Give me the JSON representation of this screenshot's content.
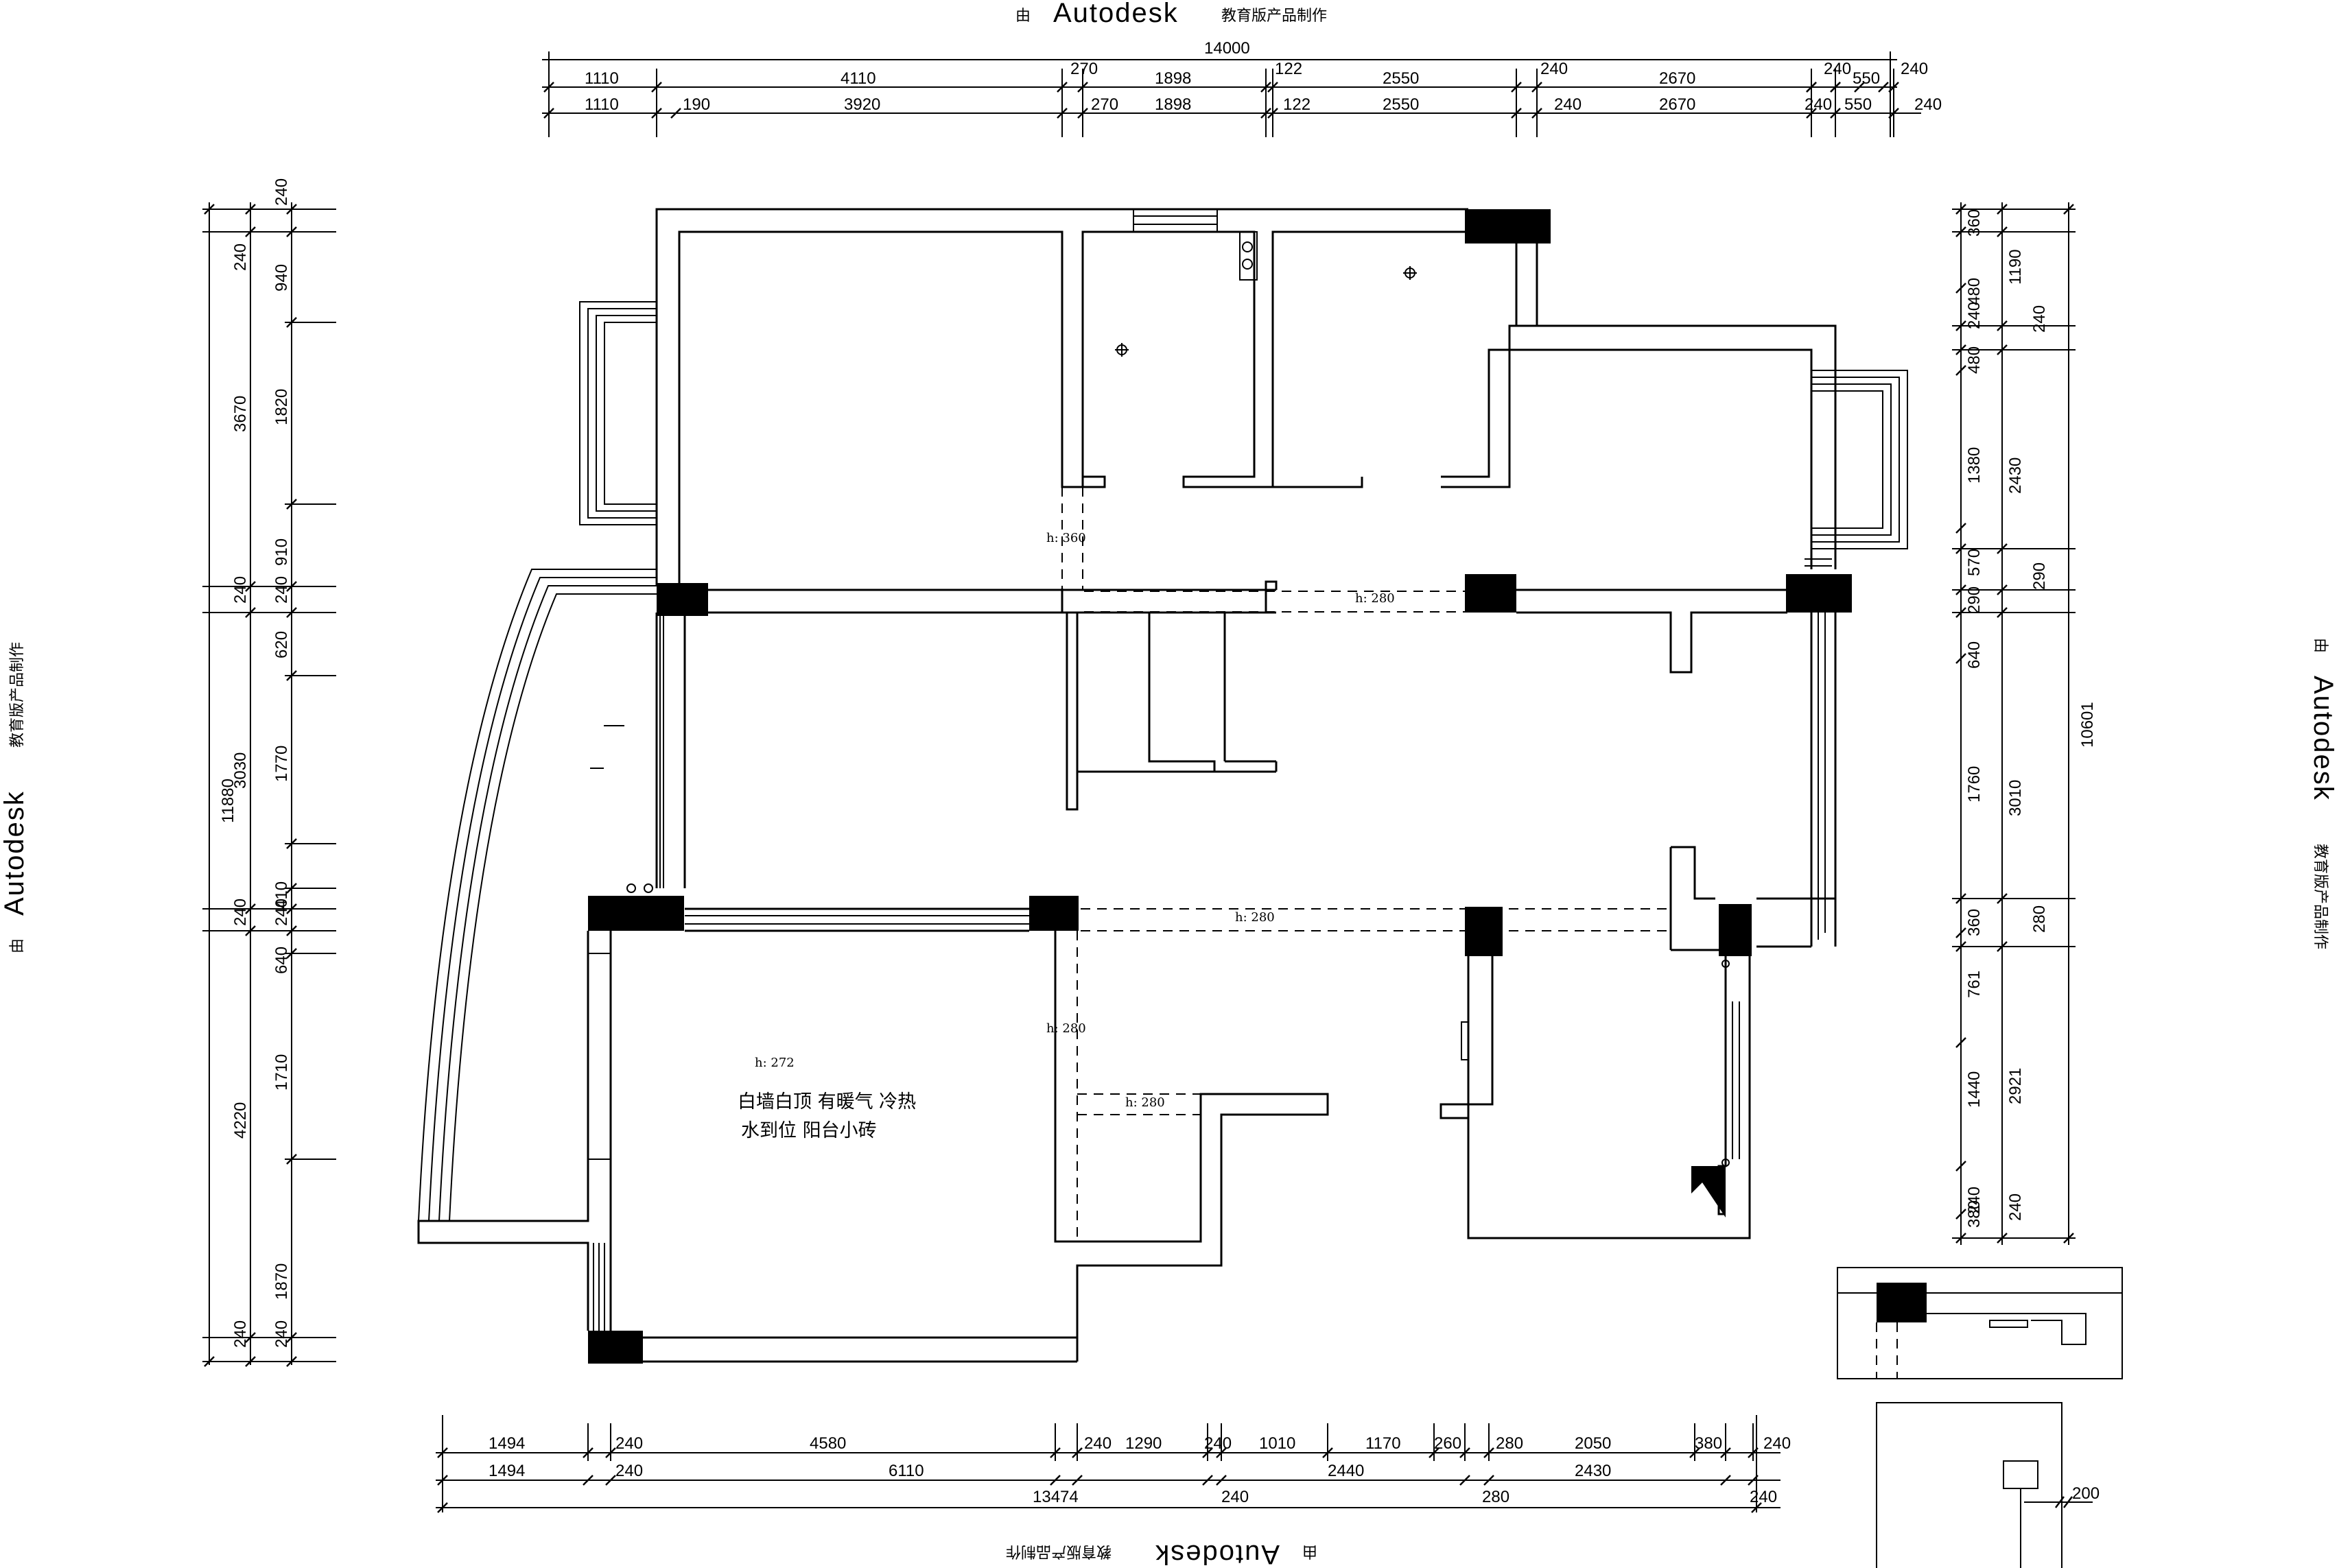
{
  "watermark": {
    "mark": "由",
    "brand": "Autodesk",
    "product": "教育版产品制作"
  },
  "top_dims": {
    "total": "14000",
    "row1": [
      "1110",
      "4110",
      "270",
      "1898",
      "122",
      "2550",
      "240",
      "2670",
      "240",
      "550",
      "240"
    ],
    "row2": [
      "1110",
      "190",
      "3920",
      "270",
      "1898",
      "122",
      "2550",
      "240",
      "2670",
      "240",
      "550",
      "240"
    ]
  },
  "bottom_dims": {
    "row1": [
      "1494",
      "240",
      "4580",
      "240",
      "1290",
      "240",
      "1010",
      "1170",
      "260",
      "280",
      "2050",
      "380",
      "240"
    ],
    "row2": [
      "1494",
      "240",
      "6110",
      "240",
      "2440",
      "280",
      "2430",
      "240"
    ],
    "total": "13474"
  },
  "left_dims": {
    "total": "11880",
    "outer": [
      "240",
      "3670",
      "240",
      "3030",
      "240",
      "4220",
      "240"
    ],
    "inner": [
      "240",
      "940",
      "1820",
      "910",
      "240",
      "620",
      "1770",
      "410",
      "240",
      "640",
      "1710",
      "1870",
      "240"
    ]
  },
  "right_dims": {
    "total": "10601",
    "outer": [
      "1190",
      "240",
      "2430",
      "290",
      "3010",
      "280",
      "2921",
      "240"
    ],
    "inner": [
      "360",
      "480",
      "240",
      "480",
      "1380",
      "570",
      "290",
      "640",
      "1760",
      "360",
      "761",
      "1440",
      "380",
      "240"
    ]
  },
  "heights": {
    "h1": "h: 360",
    "h2": "h: 280",
    "h3": "h: 280",
    "h4": "h: 280",
    "h5": "h: 272",
    "h6": "h: 280"
  },
  "notes": {
    "line1": "白墙白顶 有暖气 冷热",
    "line2": "水到位 阳台小砖"
  },
  "detail_dim": "200"
}
